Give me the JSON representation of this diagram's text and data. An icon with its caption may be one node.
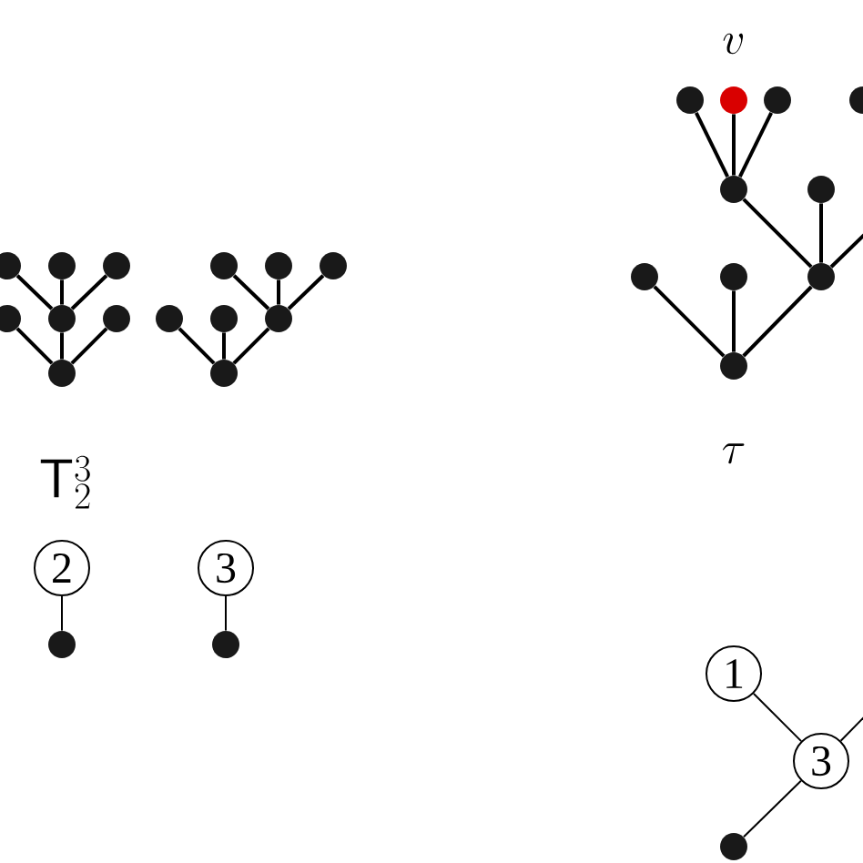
{
  "diagram": {
    "nodes": [
      {
        "text": [],
        "shape": "circle"
      },
      {
        "text": [],
        "shape": "circle"
      },
      {
        "text": [],
        "shape": "circle"
      },
      {
        "text": [],
        "shape": "circle"
      },
      {
        "text": [],
        "shape": "circle"
      },
      {
        "text": [],
        "shape": "circle"
      },
      {
        "text": [],
        "shape": "circle"
      },
      {
        "text": [],
        "shape": "circle"
      },
      {
        "text": [],
        "shape": "circle"
      },
      {
        "text": [],
        "shape": "circle"
      },
      {
        "text": [],
        "shape": "circle"
      },
      {
        "text": [],
        "shape": "circle"
      },
      {
        "text": [],
        "shape": "circle"
      },
      {
        "text": [],
        "shape": "circle"
      },
      {
        "text": [],
        "shape": "circle"
      },
      {
        "text": [],
        "shape": "circle"
      },
      {
        "text": [],
        "shape": "circle"
      },
      {
        "text": [],
        "shape": "circle"
      },
      {
        "text": [],
        "shape": "circle"
      },
      {
        "text": [],
        "shape": "circle"
      },
      {
        "text": [],
        "shape": "circle"
      },
      {
        "text": [],
        "shape": "circle"
      },
      {
        "text": [],
        "shape": "circle"
      },
      {
        "text": [],
        "shape": "circle"
      },
      {
        "text": [
          "2"
        ]
      },
      {
        "text": [],
        "shape": "circle"
      },
      {
        "text": [
          "3"
        ]
      },
      {
        "text": [],
        "shape": "circle"
      },
      {
        "text": [
          "1"
        ]
      },
      {
        "text": [
          "3"
        ]
      },
      {
        "text": [],
        "shape": "circle"
      }
    ],
    "edges": [
      {
        "from": 0,
        "to": 4,
        "arrow": "none"
      },
      {
        "from": 1,
        "to": 4,
        "arrow": "none"
      },
      {
        "from": 2,
        "to": 4,
        "arrow": "none"
      },
      {
        "from": 3,
        "to": 6,
        "arrow": "none"
      },
      {
        "from": 4,
        "to": 6,
        "arrow": "none"
      },
      {
        "from": 5,
        "to": 6,
        "arrow": "none"
      },
      {
        "from": 7,
        "to": 12,
        "arrow": "none"
      },
      {
        "from": 8,
        "to": 12,
        "arrow": "none"
      },
      {
        "from": 9,
        "to": 12,
        "arrow": "none"
      },
      {
        "from": 10,
        "to": 13,
        "arrow": "none"
      },
      {
        "from": 11,
        "to": 13,
        "arrow": "none"
      },
      {
        "from": 12,
        "to": 13,
        "arrow": "none"
      },
      {
        "from": 14,
        "to": 18,
        "arrow": "none"
      },
      {
        "from": 15,
        "to": 18,
        "arrow": "none"
      },
      {
        "from": 16,
        "to": 18,
        "arrow": "none"
      },
      {
        "from": 18,
        "to": 22,
        "arrow": "none"
      },
      {
        "from": 19,
        "to": 22,
        "arrow": "none"
      },
      {
        "from": 22,
        "to": null,
        "arrow": "none"
      },
      {
        "from": 20,
        "to": 23,
        "arrow": "none"
      },
      {
        "from": 21,
        "to": 23,
        "arrow": "none"
      },
      {
        "from": 22,
        "to": 23,
        "arrow": "none"
      },
      {
        "from": 24,
        "to": 25,
        "arrow": "none"
      },
      {
        "from": 26,
        "to": 27,
        "arrow": "none"
      },
      {
        "from": 28,
        "to": 29,
        "arrow": "none"
      },
      {
        "from": 29,
        "to": 30,
        "arrow": "none"
      },
      {
        "from": 29,
        "to": null,
        "arrow": "none"
      }
    ],
    "labels": [
      "\\mathsf{T}_2^3",
      "v",
      "\\tau"
    ]
  }
}
